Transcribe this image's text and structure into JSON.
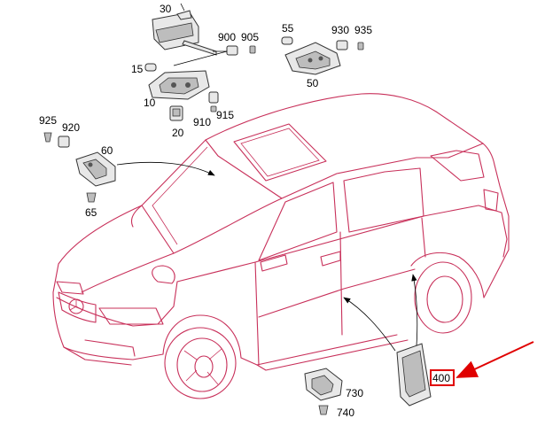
{
  "diagram": {
    "labels": {
      "p30": "30",
      "p900": "900",
      "p905": "905",
      "p55": "55",
      "p930": "930",
      "p935": "935",
      "p15": "15",
      "p50": "50",
      "p10": "10",
      "p910": "910",
      "p915": "915",
      "p20": "20",
      "p925": "925",
      "p920": "920",
      "p60": "60",
      "p65": "65",
      "p400": "400",
      "p730": "730",
      "p740": "740"
    },
    "colors": {
      "outline": "#c8305a",
      "highlight": "#e00000",
      "text": "#000000"
    }
  }
}
